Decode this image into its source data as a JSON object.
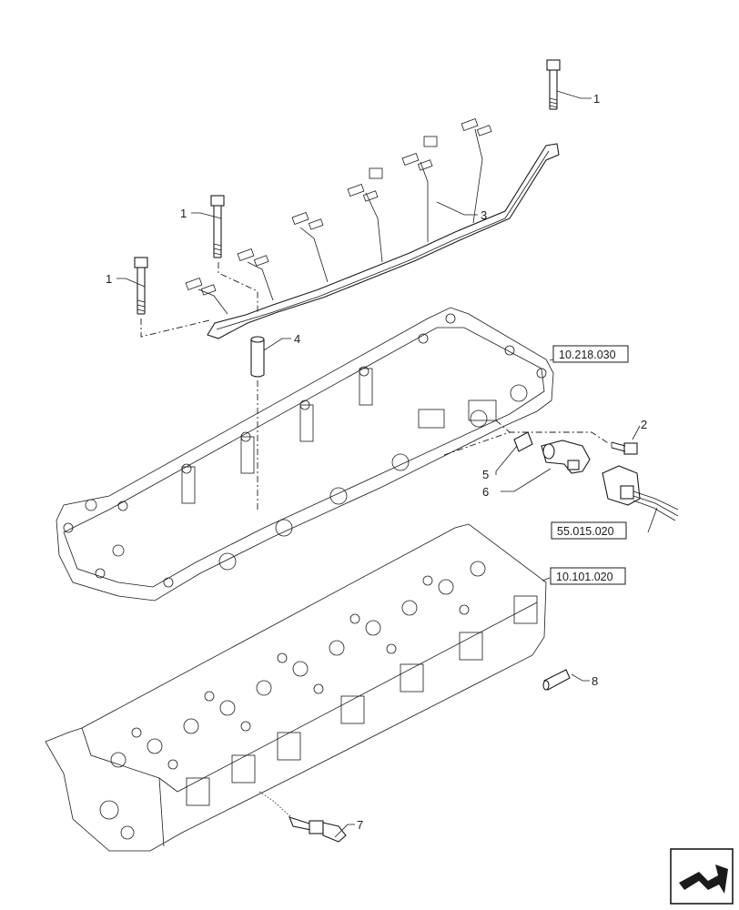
{
  "callouts": {
    "c1a": "1",
    "c1b": "1",
    "c1c": "1",
    "c2": "2",
    "c3": "3",
    "c4": "4",
    "c5": "5",
    "c6": "6",
    "c7": "7",
    "c8": "8"
  },
  "references": {
    "valve_cover": "10.218.030",
    "cylinder_head": "10.101.020",
    "connector": "55.015.020"
  },
  "navigation_icon": "next-page-arrow-icon"
}
